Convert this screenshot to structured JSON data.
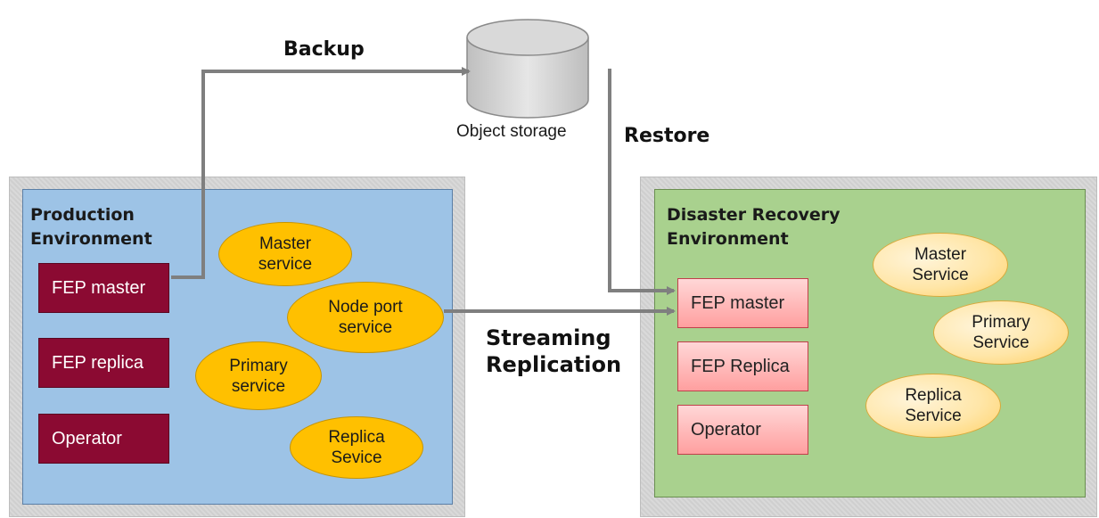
{
  "storage": {
    "label": "Object storage"
  },
  "arrows": {
    "backup": "Backup",
    "restore": "Restore",
    "streaming": "Streaming\nReplication"
  },
  "production": {
    "title": "Production\nEnvironment",
    "boxes": [
      "FEP master",
      "FEP replica",
      "Operator"
    ],
    "services": [
      "Master\nservice",
      "Node port\nservice",
      "Primary\nservice",
      "Replica\nSevice"
    ]
  },
  "dr": {
    "title": "Disaster Recovery\nEnvironment",
    "boxes": [
      "FEP master",
      "FEP Replica",
      "Operator"
    ],
    "services": [
      "Master\nService",
      "Primary\nService",
      "Replica\nService"
    ]
  },
  "colors": {
    "prod_bg": "#9dc3e6",
    "dr_bg": "#a9d18e",
    "dark_box": "#8b0a32",
    "service": "#ffc000",
    "arrow": "#7f7f7f"
  }
}
